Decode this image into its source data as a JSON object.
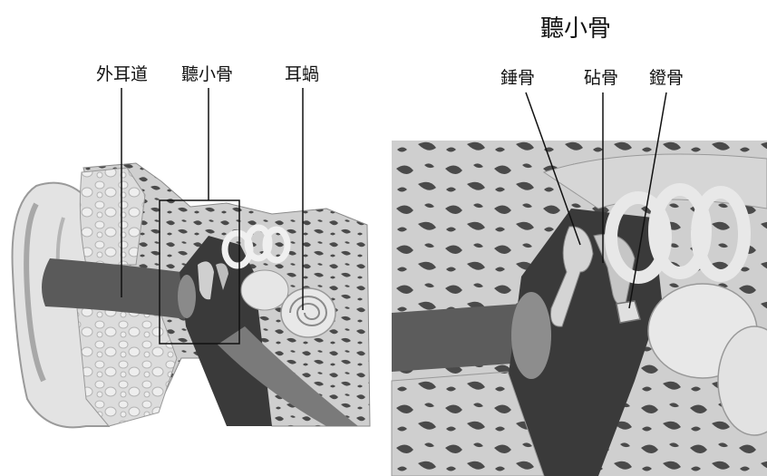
{
  "left_panel": {
    "labels": {
      "ear_canal": "外耳道",
      "ossicles": "聽小骨",
      "cochlea": "耳蝸"
    }
  },
  "right_panel": {
    "title": "聽小骨",
    "labels": {
      "malleus": "錘骨",
      "incus": "砧骨",
      "stapes": "鐙骨"
    }
  },
  "colors": {
    "bone": "#d8d8d8",
    "bone_dark": "#9a9a9a",
    "canal": "#5a5a5a",
    "cavity": "#3a3a3a",
    "line": "#111111"
  }
}
